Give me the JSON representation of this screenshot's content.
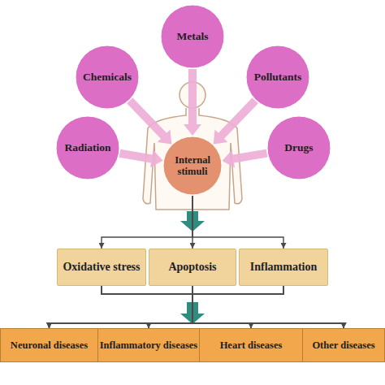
{
  "diagram": {
    "nodes": [
      {
        "text": [
          "Metals"
        ]
      },
      {
        "text": [
          "Chemicals"
        ]
      },
      {
        "text": [
          "Pollutants"
        ]
      },
      {
        "text": [
          "Radiation"
        ]
      },
      {
        "text": [
          "Drugs"
        ]
      },
      {
        "text": [
          "Internal stimuli"
        ]
      },
      {
        "text": [
          "Oxidative stress"
        ]
      },
      {
        "text": [
          "Apoptosis"
        ]
      },
      {
        "text": [
          "Inflammation"
        ]
      },
      {
        "text": [
          "Neuronal diseases"
        ]
      },
      {
        "text": [
          "Inflammatory diseases"
        ]
      },
      {
        "text": [
          "Heart diseases"
        ]
      },
      {
        "text": [
          "Other diseases"
        ]
      }
    ],
    "edges": [
      {
        "from": 0,
        "to": 5,
        "arrow": "to"
      },
      {
        "from": 1,
        "to": 5,
        "arrow": "to"
      },
      {
        "from": 2,
        "to": 5,
        "arrow": "to"
      },
      {
        "from": 3,
        "to": 5,
        "arrow": "to"
      },
      {
        "from": 4,
        "to": 5,
        "arrow": "to"
      },
      {
        "from": 5,
        "to": 6,
        "arrow": "to"
      },
      {
        "from": 5,
        "to": 7,
        "arrow": "to"
      },
      {
        "from": 5,
        "to": 8,
        "arrow": "to"
      },
      {
        "from": 6,
        "to": 9,
        "arrow": "to"
      },
      {
        "from": 6,
        "to": 10,
        "arrow": "to"
      },
      {
        "from": 6,
        "to": 11,
        "arrow": "to"
      },
      {
        "from": 6,
        "to": 12,
        "arrow": "to"
      },
      {
        "from": 7,
        "to": 9,
        "arrow": "to"
      },
      {
        "from": 7,
        "to": 10,
        "arrow": "to"
      },
      {
        "from": 7,
        "to": 11,
        "arrow": "to"
      },
      {
        "from": 7,
        "to": 12,
        "arrow": "to"
      },
      {
        "from": 8,
        "to": 9,
        "arrow": "to"
      },
      {
        "from": 8,
        "to": 10,
        "arrow": "to"
      },
      {
        "from": 8,
        "to": 11,
        "arrow": "to"
      },
      {
        "from": 8,
        "to": 12,
        "arrow": "to"
      }
    ]
  }
}
